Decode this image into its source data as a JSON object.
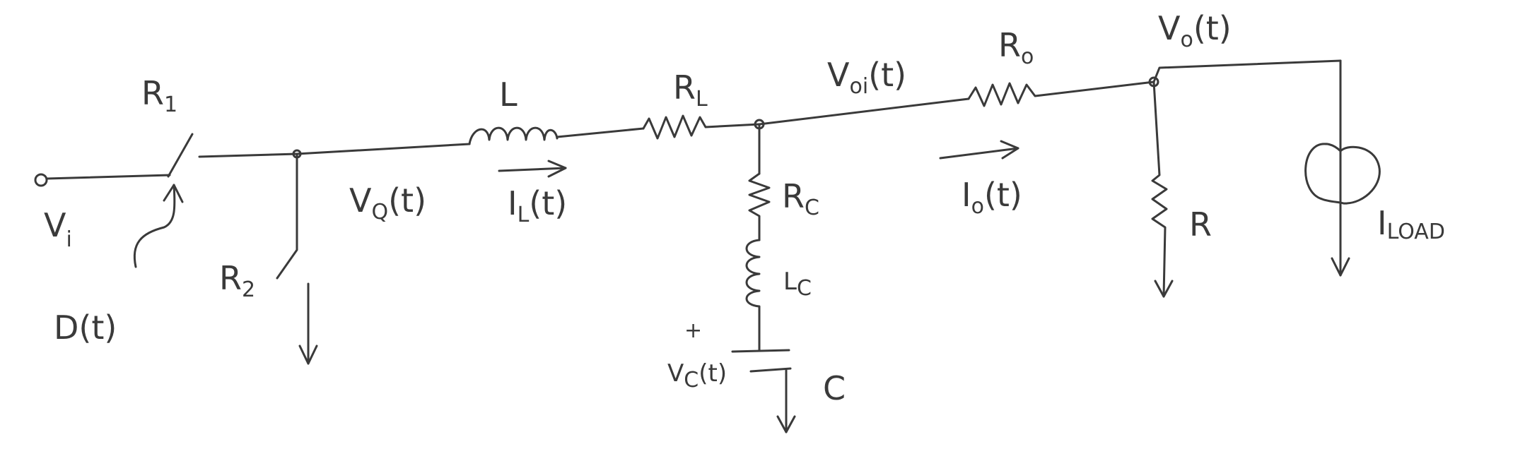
{
  "labels": {
    "input_node": "V",
    "input_node_sub": "i",
    "switch1": "R",
    "switch1_sub": "1",
    "switch2": "R",
    "switch2_sub": "2",
    "control_signal": "D(t)",
    "switch_node_voltage": "V",
    "switch_node_voltage_sub": "Q",
    "switch_node_voltage_suffix": "(t)",
    "inductor": "L",
    "inductor_current": "I",
    "inductor_current_sub": "L",
    "inductor_current_suffix": "(t)",
    "inductor_resistance": "R",
    "inductor_resistance_sub": "L",
    "cap_node_voltage": "V",
    "cap_node_voltage_sub": "oi",
    "cap_node_voltage_suffix": "(t)",
    "cap_resistance": "R",
    "cap_resistance_sub": "C",
    "cap_inductance": "L",
    "cap_inductance_sub": "C",
    "capacitor": "C",
    "cap_voltage_plus": "+",
    "cap_voltage": "V",
    "cap_voltage_sub": "C",
    "cap_voltage_suffix": "(t)",
    "output_resistance": "R",
    "output_resistance_sub": "o",
    "output_current": "I",
    "output_current_sub": "o",
    "output_current_suffix": "(t)",
    "output_voltage": "V",
    "output_voltage_sub": "o",
    "output_voltage_suffix": "(t)",
    "load_resistor": "R",
    "load_current": "I",
    "load_current_sub": "LOAD"
  }
}
